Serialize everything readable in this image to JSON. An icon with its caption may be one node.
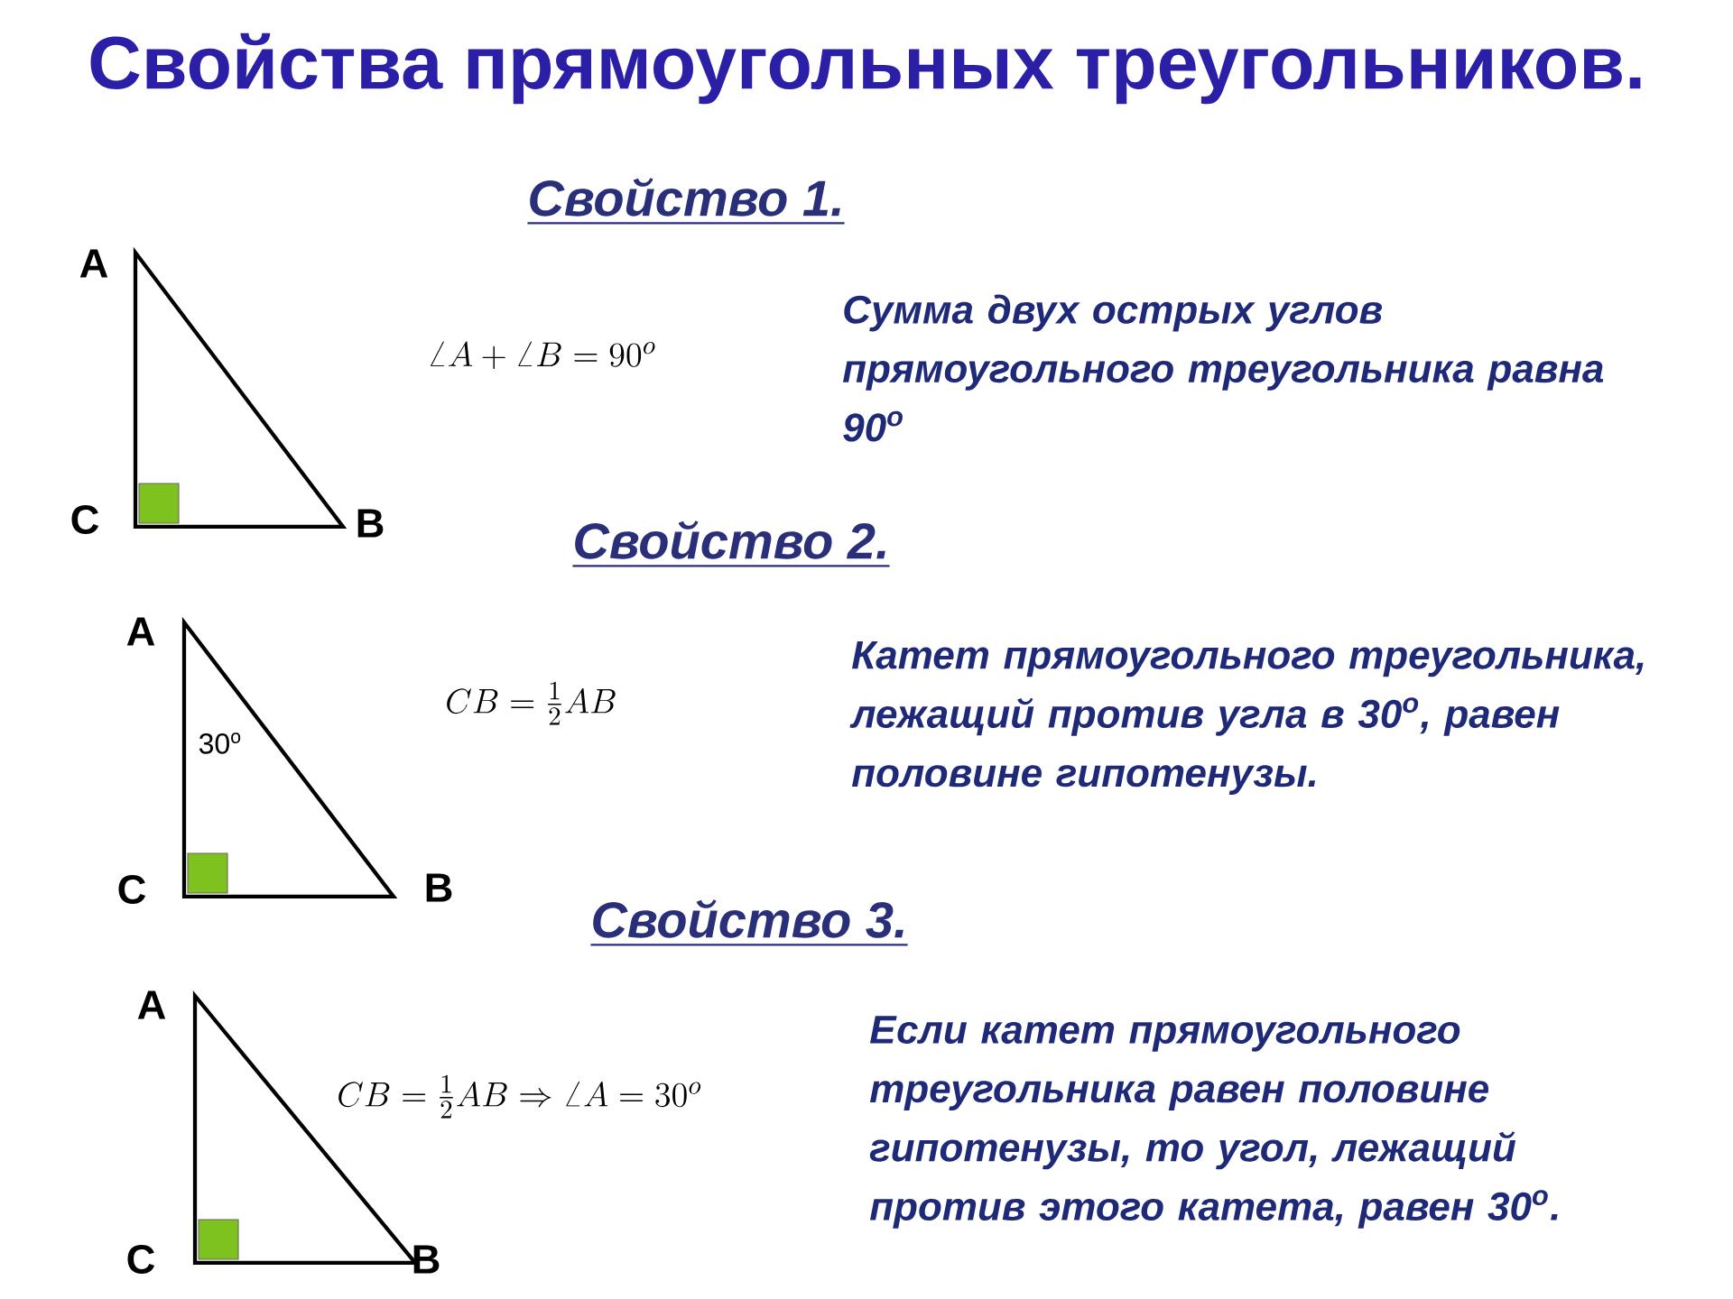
{
  "diagram": {
    "title": "Свойства прямоугольных треугольников.",
    "labels": [
      "Свойство 1.",
      "A",
      "C",
      "B",
      "\\angle A + \\angle B = 90^{o}",
      "Сумма двух острых углов прямоугольного треугольника равна 90$^{o}$",
      "Свойство 2.",
      "A",
      "30$^{o}$",
      "C",
      "B",
      "CB = \\frac{1}{2} AB",
      "Катет прямоугольного треугольника, лежащий против угла в 30$^{o}$, равен половине гипотенузы.",
      "Свойство 3.",
      "A",
      "C",
      "B",
      "CB = \\frac{1}{2} AB \\Rightarrow \\angle A = 30^{o}",
      "Если катет прямоугольного треугольника равен половине гипотенузы, то угол, лежащий против этого катета, равен 30$^{o}$."
    ]
  }
}
